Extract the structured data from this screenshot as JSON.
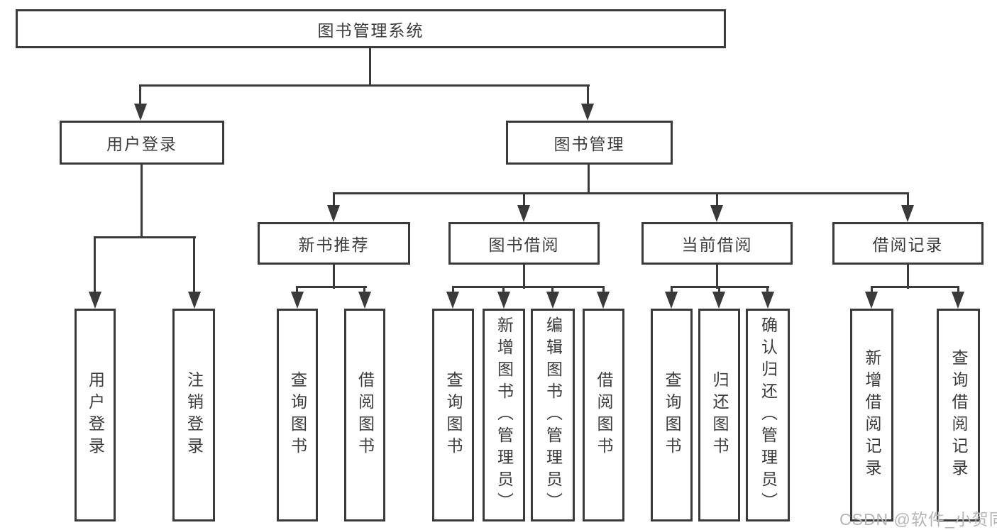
{
  "colors": {
    "line": "#3a3a3a",
    "text": "#3b3b3b",
    "watermark": "#b5b5b5",
    "background": "#ffffff"
  },
  "watermark": "CSDN @软件_小贺同学",
  "tree": {
    "root": "图书管理系统",
    "level1": [
      {
        "label": "用户登录",
        "children": [
          "用户登录",
          "注销登录"
        ]
      },
      {
        "label": "图书管理",
        "children": [
          {
            "label": "新书推荐",
            "children": [
              "查询图书",
              "借阅图书"
            ]
          },
          {
            "label": "图书借阅",
            "children": [
              "查询图书",
              "新增图书（管理员）",
              "编辑图书（管理员）",
              "借阅图书"
            ]
          },
          {
            "label": "当前借阅",
            "children": [
              "查询图书",
              "归还图书",
              "确认归还（管理员）"
            ]
          },
          {
            "label": "借阅记录",
            "children": [
              "新增借阅记录",
              "查询借阅记录"
            ]
          }
        ]
      }
    ]
  }
}
